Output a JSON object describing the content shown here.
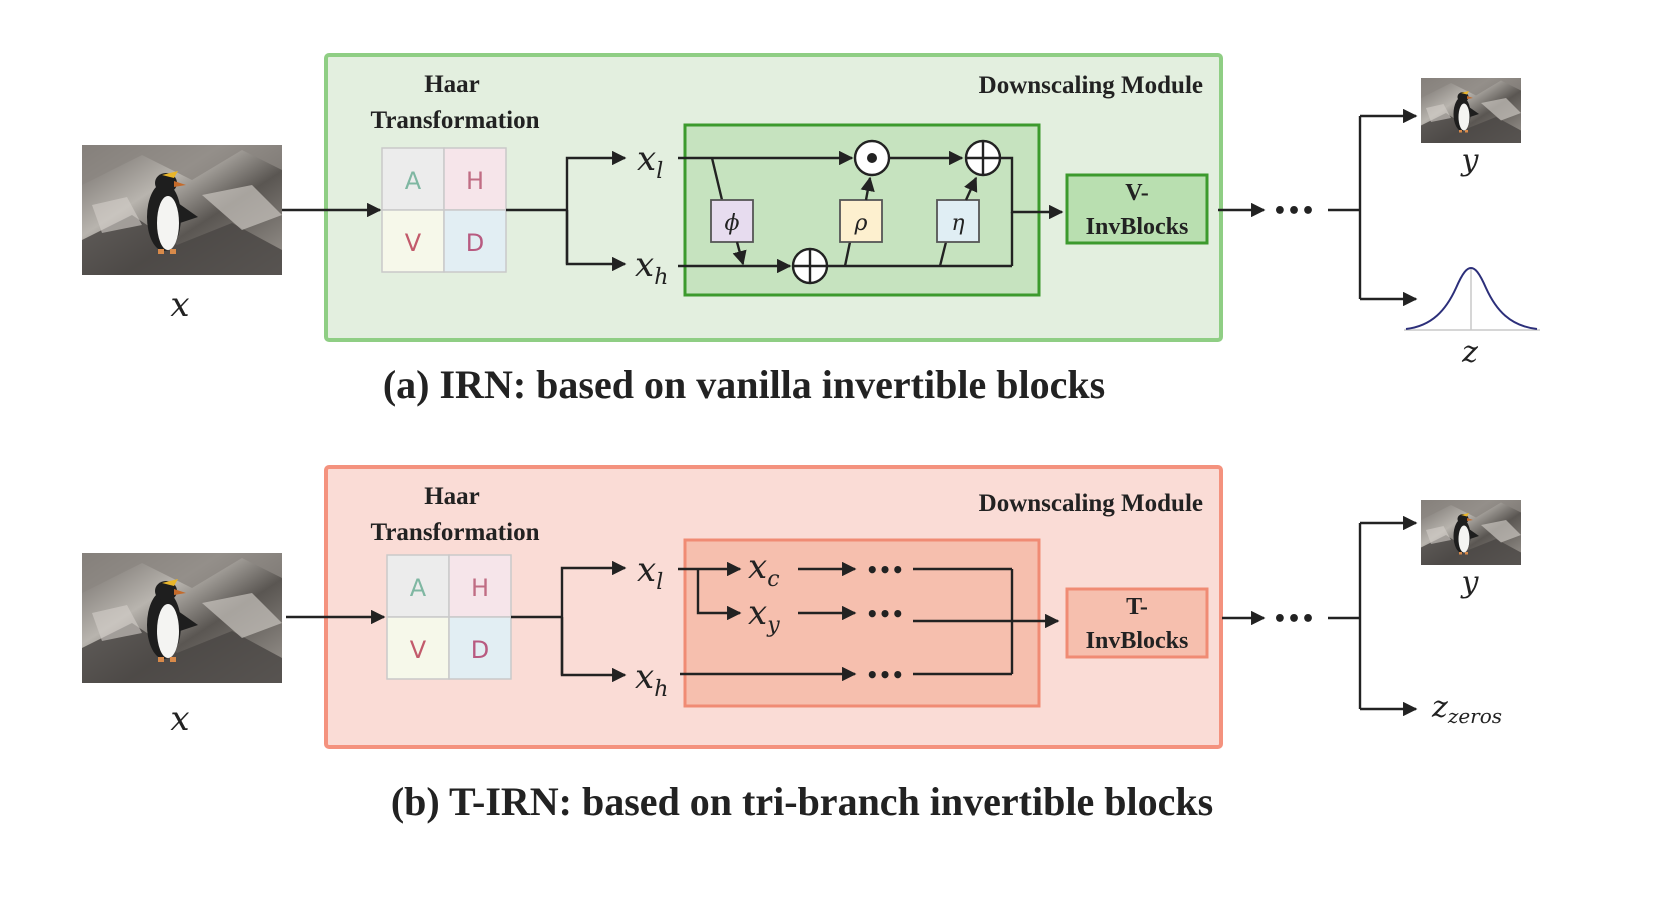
{
  "panel_a": {
    "module_title": "Downscaling Module",
    "haar_line1": "Haar",
    "haar_line2": "Transformation",
    "cells": {
      "a": "A",
      "h": "H",
      "v": "V",
      "d": "D"
    },
    "input_label": "x",
    "branch_low": {
      "base": "x",
      "sub": "l"
    },
    "branch_high": {
      "base": "x",
      "sub": "h"
    },
    "op_phi": "ϕ",
    "op_rho": "ρ",
    "op_eta": "η",
    "invblocks_line1": "V-",
    "invblocks_line2": "InvBlocks",
    "ellipsis": "•••",
    "output_y": "y",
    "output_z": "z",
    "caption": "(a) IRN: based on vanilla invertible blocks",
    "colors": {
      "module_fill": "#e3efdf",
      "module_border": "#8fce84",
      "inner_fill": "#c6e3bf",
      "inner_border": "#3c9a2d",
      "block_fill": "#b9dfb0"
    }
  },
  "panel_b": {
    "module_title": "Downscaling Module",
    "haar_line1": "Haar",
    "haar_line2": "Transformation",
    "cells": {
      "a": "A",
      "h": "H",
      "v": "V",
      "d": "D"
    },
    "input_label": "x",
    "branch_low": {
      "base": "x",
      "sub": "l"
    },
    "branch_high": {
      "base": "x",
      "sub": "h"
    },
    "branch_c": {
      "base": "x",
      "sub": "c"
    },
    "branch_y": {
      "base": "x",
      "sub": "y"
    },
    "invblocks_line1": "T-",
    "invblocks_line2": "InvBlocks",
    "ellipsis": "•••",
    "output_y": "y",
    "output_z": {
      "base": "z",
      "sub": "zeros"
    },
    "caption": "(b) T-IRN: based on tri-branch invertible blocks",
    "colors": {
      "module_fill": "#fadcd6",
      "module_border": "#f4927e",
      "inner_fill": "#f6bfae",
      "inner_border": "#f08b74",
      "block_fill": "#f6bfae"
    }
  }
}
